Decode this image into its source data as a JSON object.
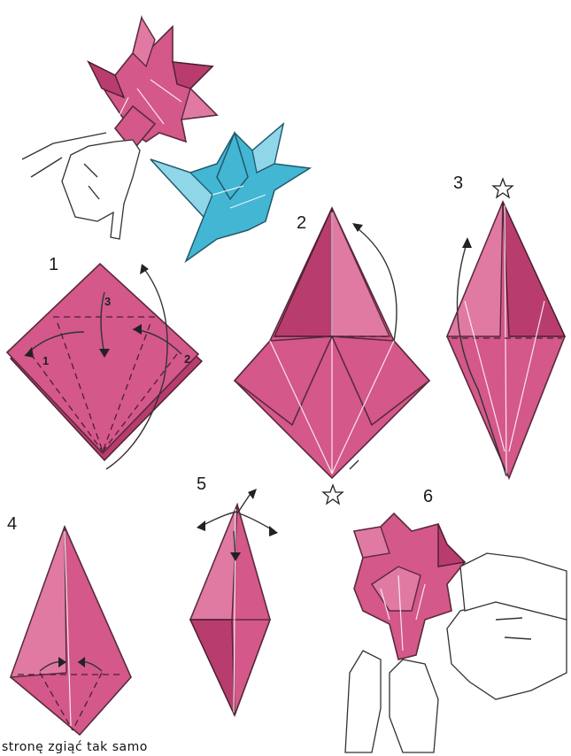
{
  "steps": [
    "1",
    "2",
    "3",
    "4",
    "5",
    "6"
  ],
  "step1_fold_numbers": [
    "1",
    "2",
    "3"
  ],
  "caption": "stronę zgiąć tak samo",
  "colors": {
    "paper": "#d4588a",
    "paper_dark": "#b83d6e",
    "blue_flower": "#43b6d4",
    "outline": "#5a2a3c"
  },
  "icons": [
    "star-icon",
    "hand-icon",
    "arrow-icon"
  ]
}
